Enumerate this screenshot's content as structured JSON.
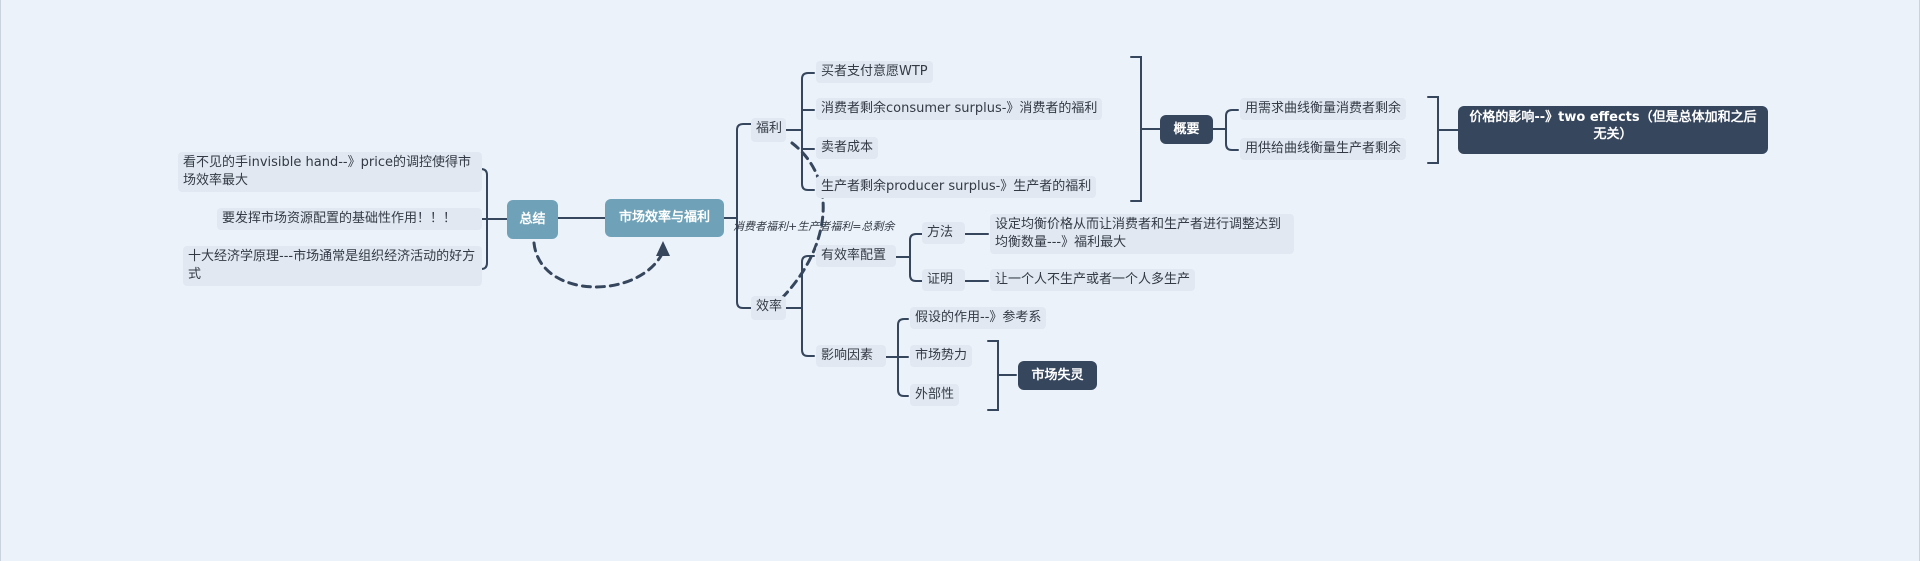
{
  "mindmap": {
    "central": "市场效率与福利",
    "summary": {
      "label": "总结",
      "items": [
        "看不见的手invisible hand--》price的调控使得市场效率最大",
        "要发挥市场资源配置的基础性作用！！！",
        "十大经济学原理---市场通常是组织经济活动的好方式"
      ]
    },
    "welfare": {
      "label": "福利",
      "items": [
        "买者支付意愿WTP",
        "消费者剩余consumer surplus-》消费者的福利",
        "卖者成本",
        "生产者剩余producer surplus-》生产者的福利"
      ],
      "summary_label": "概要",
      "summary_items": [
        "用需求曲线衡量消费者剩余",
        "用供给曲线衡量生产者剩余"
      ],
      "effect_label": "价格的影响--》two effects（但是总体加和之后无关）"
    },
    "efficiency": {
      "label": "效率",
      "allocation": {
        "label": "有效率配置",
        "method_label": "方法",
        "method_text": "设定均衡价格从而让消费者和生产者进行调整达到均衡数量---》福利最大",
        "proof_label": "证明",
        "proof_text": "让一个人不生产或者一个人多生产"
      },
      "factors": {
        "label": "影响因素",
        "items": [
          "假设的作用--》参考系",
          "市场势力",
          "外部性"
        ],
        "failure_label": "市场失灵"
      }
    },
    "relation_label": "消费者福利+生产者福利=总剩余"
  },
  "colors": {
    "background": "#ebf2fa",
    "topic": "#6fa2b8",
    "dark": "#36465d",
    "subtopic_bg": "#e1e8f1",
    "line": "#36465d"
  }
}
